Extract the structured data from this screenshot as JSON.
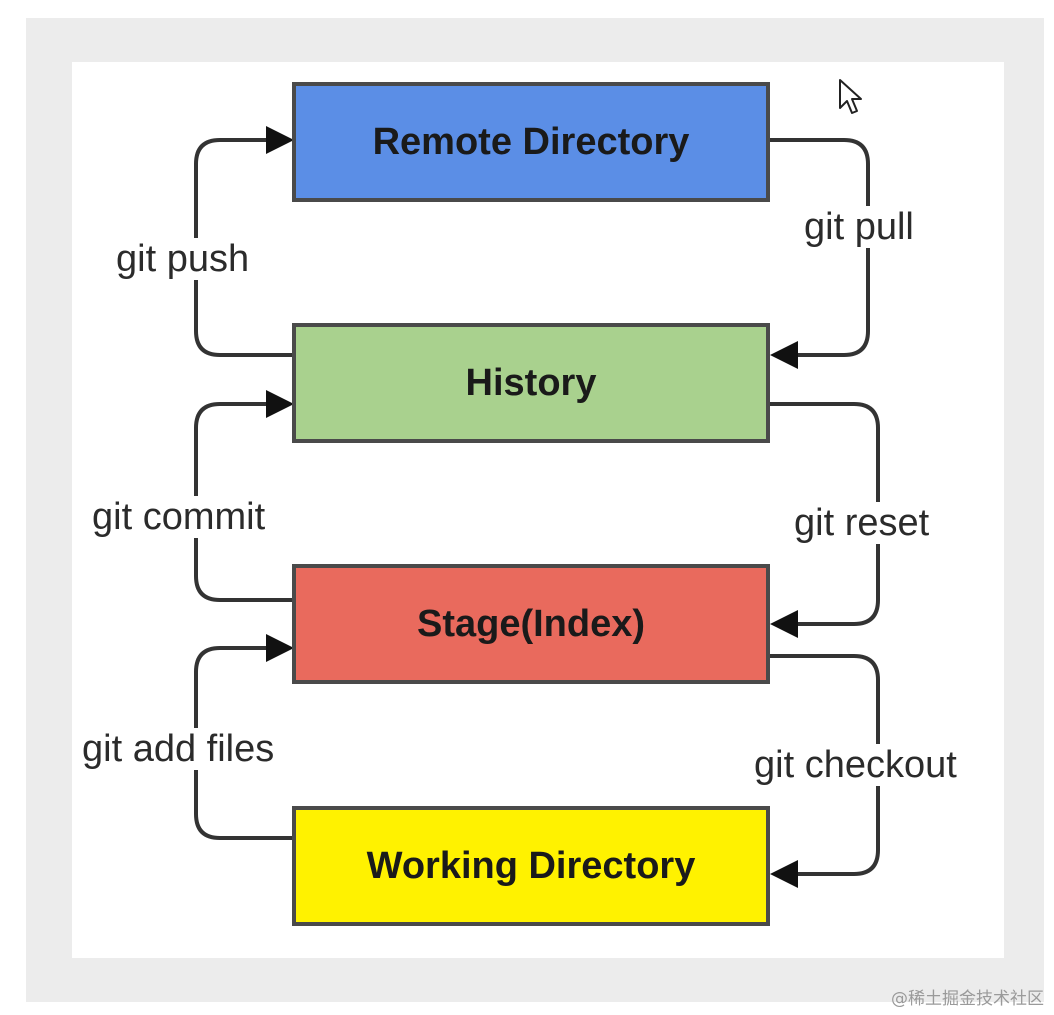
{
  "boxes": {
    "remote": {
      "label": "Remote Directory",
      "color": "#5b8ee6"
    },
    "history": {
      "label": "History",
      "color": "#a9d18e"
    },
    "stage": {
      "label": "Stage(Index)",
      "color": "#e96a5d"
    },
    "working": {
      "label": "Working Directory",
      "color": "#fff200"
    }
  },
  "commands": {
    "push": "git push",
    "pull": "git pull",
    "commit": "git commit",
    "reset": "git reset",
    "add": "git add files",
    "checkout": "git checkout"
  },
  "watermark": "@稀土掘金技术社区",
  "colors": {
    "line": "#333333",
    "frame": "#ececec"
  },
  "icons": {
    "cursor": "mouse-pointer-icon"
  }
}
